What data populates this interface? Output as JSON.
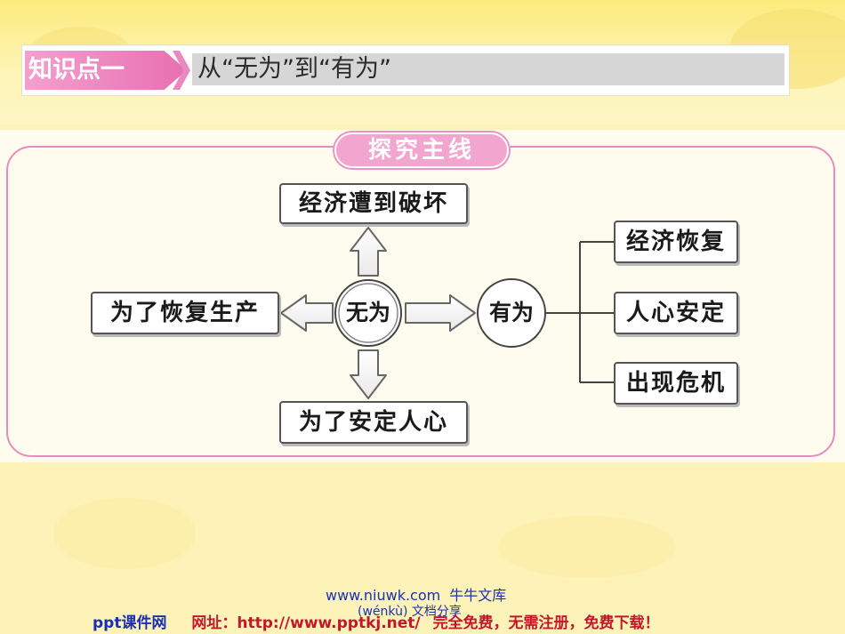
{
  "section": {
    "tag": "知识点一",
    "title": "从“无为”到“有为”"
  },
  "panel": {
    "heading": "探究主线"
  },
  "diagram": {
    "center": "无为",
    "up": "经济遭到破坏",
    "left": "为了恢复生产",
    "down": "为了安定人心",
    "right": "有为",
    "branches": [
      "经济恢复",
      "人心安定",
      "出现危机"
    ]
  },
  "footer": {
    "url_line": "www.niuwk.com",
    "url_cn": "牛牛文库",
    "url_line2": "(wénkù) 文档分享",
    "ppt_label": "ppt课件网",
    "site": "网址：http://www.pptkj.net/",
    "slogan": "完全免费，无需注册，免费下载！"
  },
  "colors": {
    "accent_pink": "#e88bbd",
    "background": "#fdf3b8",
    "link_blue": "#1b2fb5",
    "footer_red": "#c3172a"
  }
}
